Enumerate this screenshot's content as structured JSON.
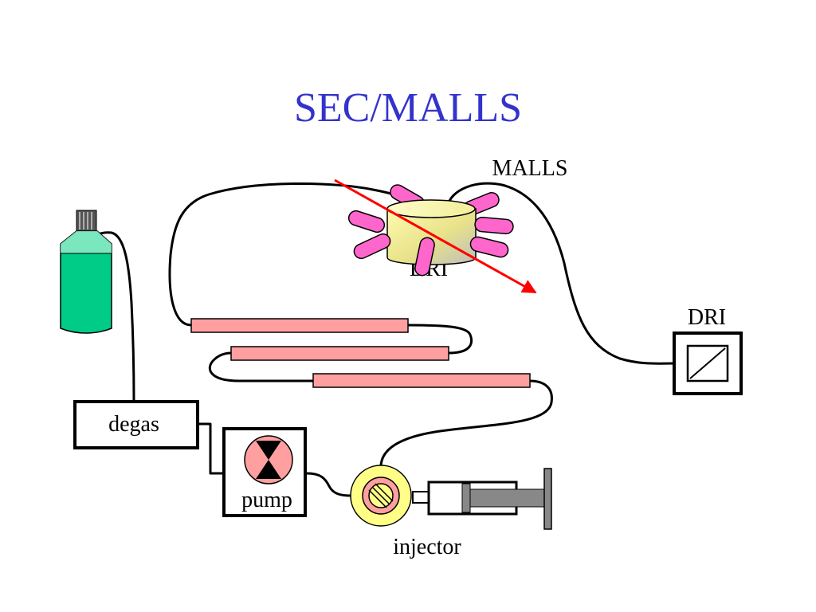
{
  "title": "SEC/MALLS",
  "labels": {
    "malls": "MALLS",
    "dri_detector": "DRI",
    "dri_hidden": "DRI",
    "degas": "degas",
    "pump": "pump",
    "injector": "injector"
  },
  "colors": {
    "title": "#3333cc",
    "column": "#ff9f9f",
    "bottle": "#00cc88",
    "laser": "#ff0000",
    "pump_circle": "#ff9f9f",
    "injector_body": "#ffff88",
    "detector_rods": "#ff66cc",
    "cell_gradient_start": "#e8e48a",
    "cell_gradient_end": "#c8c8c8",
    "syringe_plunger": "#888888"
  },
  "icons": {
    "bottle": "solvent-bottle-icon",
    "pump": "hourglass-pump-icon",
    "injector": "no-entry-valve-icon",
    "dri": "diagonal-slash-box-icon"
  }
}
